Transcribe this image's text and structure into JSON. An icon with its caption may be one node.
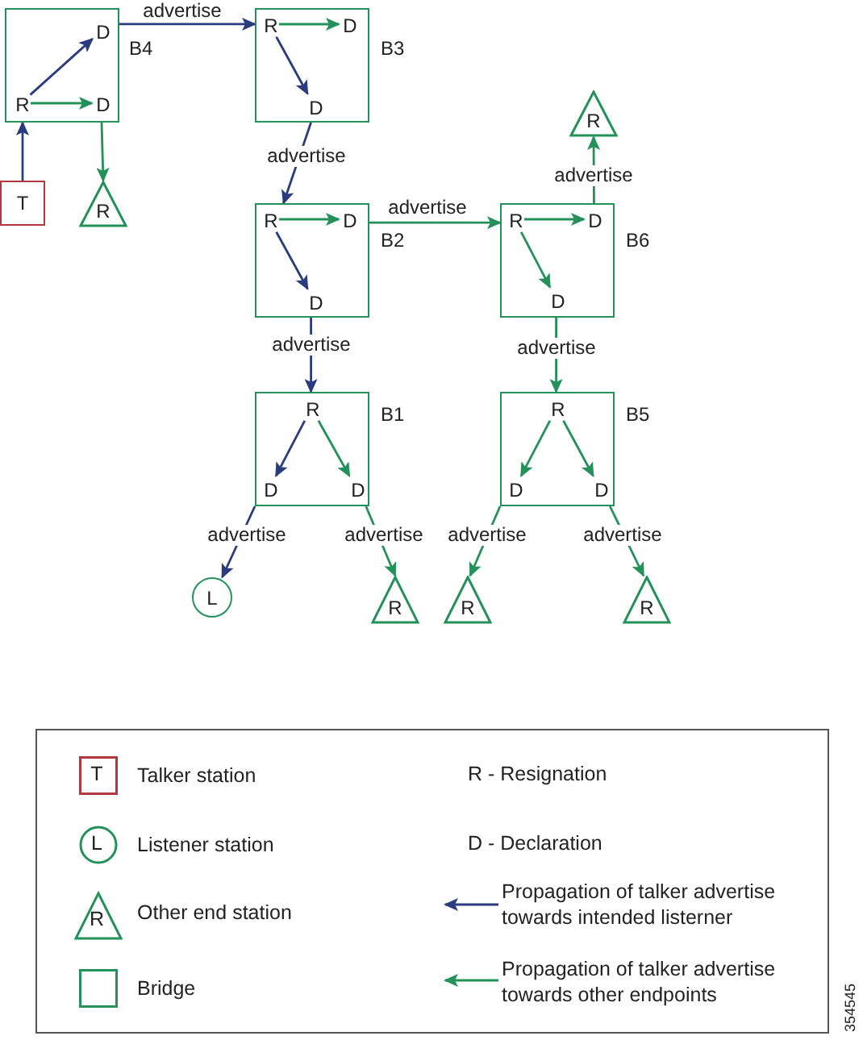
{
  "diagram": {
    "nodes": [
      {
        "text": [],
        "shape": "box",
        "beside": [
          "B4"
        ]
      },
      {
        "text": [
          "R"
        ],
        "in": 0
      },
      {
        "text": [
          "D"
        ],
        "in": 0
      },
      {
        "text": [
          "D"
        ],
        "in": 0
      },
      {
        "text": [],
        "shape": "box",
        "beside": [
          "B3"
        ]
      },
      {
        "text": [
          "R"
        ],
        "in": 4
      },
      {
        "text": [
          "D"
        ],
        "in": 4
      },
      {
        "text": [
          "D"
        ],
        "in": 4
      },
      {
        "text": [
          "T"
        ]
      },
      {
        "text": [
          "R"
        ]
      },
      {
        "text": [
          "R"
        ]
      },
      {
        "text": [],
        "shape": "box",
        "beside": [
          "B2"
        ]
      },
      {
        "text": [
          "R"
        ],
        "in": 11
      },
      {
        "text": [
          "D"
        ],
        "in": 11
      },
      {
        "text": [
          "D"
        ],
        "in": 11
      },
      {
        "text": [],
        "shape": "box",
        "beside": [
          "B6"
        ]
      },
      {
        "text": [
          "R"
        ],
        "in": 15
      },
      {
        "text": [
          "D"
        ],
        "in": 15
      },
      {
        "text": [
          "D"
        ],
        "in": 15
      },
      {
        "text": [],
        "shape": "box",
        "beside": [
          "B1"
        ]
      },
      {
        "text": [
          "R"
        ],
        "in": 19
      },
      {
        "text": [
          "D"
        ],
        "in": 19
      },
      {
        "text": [
          "D"
        ],
        "in": 19
      },
      {
        "text": [],
        "shape": "box",
        "beside": [
          "B5"
        ]
      },
      {
        "text": [
          "R"
        ],
        "in": 23
      },
      {
        "text": [
          "D"
        ],
        "in": 23
      },
      {
        "text": [
          "D"
        ],
        "in": 23
      },
      {
        "text": [
          "L"
        ]
      },
      {
        "text": [
          "R"
        ]
      },
      {
        "text": [
          "R"
        ]
      },
      {
        "text": [
          "R"
        ]
      }
    ],
    "edges": [
      {
        "from": 8,
        "to": 0,
        "arrow": "to",
        "color": "#2b3c7e"
      },
      {
        "from": 1,
        "to": 2,
        "arrow": "to",
        "color": "#2b3c7e"
      },
      {
        "from": 1,
        "to": 3,
        "arrow": "to"
      },
      {
        "from": 0,
        "to": 9,
        "arrow": "to"
      },
      {
        "from": 0,
        "to": 4,
        "arrow": "to",
        "label": "advertise",
        "color": "#2b3c7e"
      },
      {
        "from": 5,
        "to": 6,
        "arrow": "to"
      },
      {
        "from": 5,
        "to": 7,
        "arrow": "to",
        "color": "#2b3c7e"
      },
      {
        "from": 4,
        "to": 11,
        "arrow": "to",
        "label": "advertise",
        "color": "#2b3c7e"
      },
      {
        "from": 12,
        "to": 13,
        "arrow": "to"
      },
      {
        "from": 12,
        "to": 14,
        "arrow": "to",
        "color": "#2b3c7e"
      },
      {
        "from": 11,
        "to": 15,
        "arrow": "to",
        "label": "advertise"
      },
      {
        "from": 16,
        "to": 17,
        "arrow": "to"
      },
      {
        "from": 16,
        "to": 18,
        "arrow": "to"
      },
      {
        "from": 15,
        "to": 10,
        "arrow": "to",
        "label": "advertise"
      },
      {
        "from": 11,
        "to": 19,
        "arrow": "to",
        "label": "advertise",
        "color": "#2b3c7e"
      },
      {
        "from": 15,
        "to": 23,
        "arrow": "to",
        "label": "advertise"
      },
      {
        "from": 20,
        "to": 21,
        "arrow": "to",
        "color": "#2b3c7e"
      },
      {
        "from": 20,
        "to": 22,
        "arrow": "to"
      },
      {
        "from": 24,
        "to": 25,
        "arrow": "to"
      },
      {
        "from": 24,
        "to": 26,
        "arrow": "to"
      },
      {
        "from": 19,
        "to": 27,
        "arrow": "to",
        "label": "advertise",
        "color": "#2b3c7e"
      },
      {
        "from": 19,
        "to": 28,
        "arrow": "to",
        "label": "advertise"
      },
      {
        "from": 23,
        "to": 29,
        "arrow": "to",
        "label": "advertise"
      },
      {
        "from": 23,
        "to": 30,
        "arrow": "to",
        "label": "advertise"
      }
    ],
    "labels": [
      "T",
      "R - Resignation",
      "L",
      "D - Declaration",
      "R",
      "354545"
    ],
    "legend": [
      {
        "text": "Talker station"
      },
      {
        "text": "Listener station"
      },
      {
        "text": "Other end station"
      },
      {
        "text": "Bridge"
      },
      {
        "text": "Propagation of talker advertise towards intended listerner"
      },
      {
        "text": "Propagation of talker advertise towards other endpoints"
      }
    ]
  }
}
